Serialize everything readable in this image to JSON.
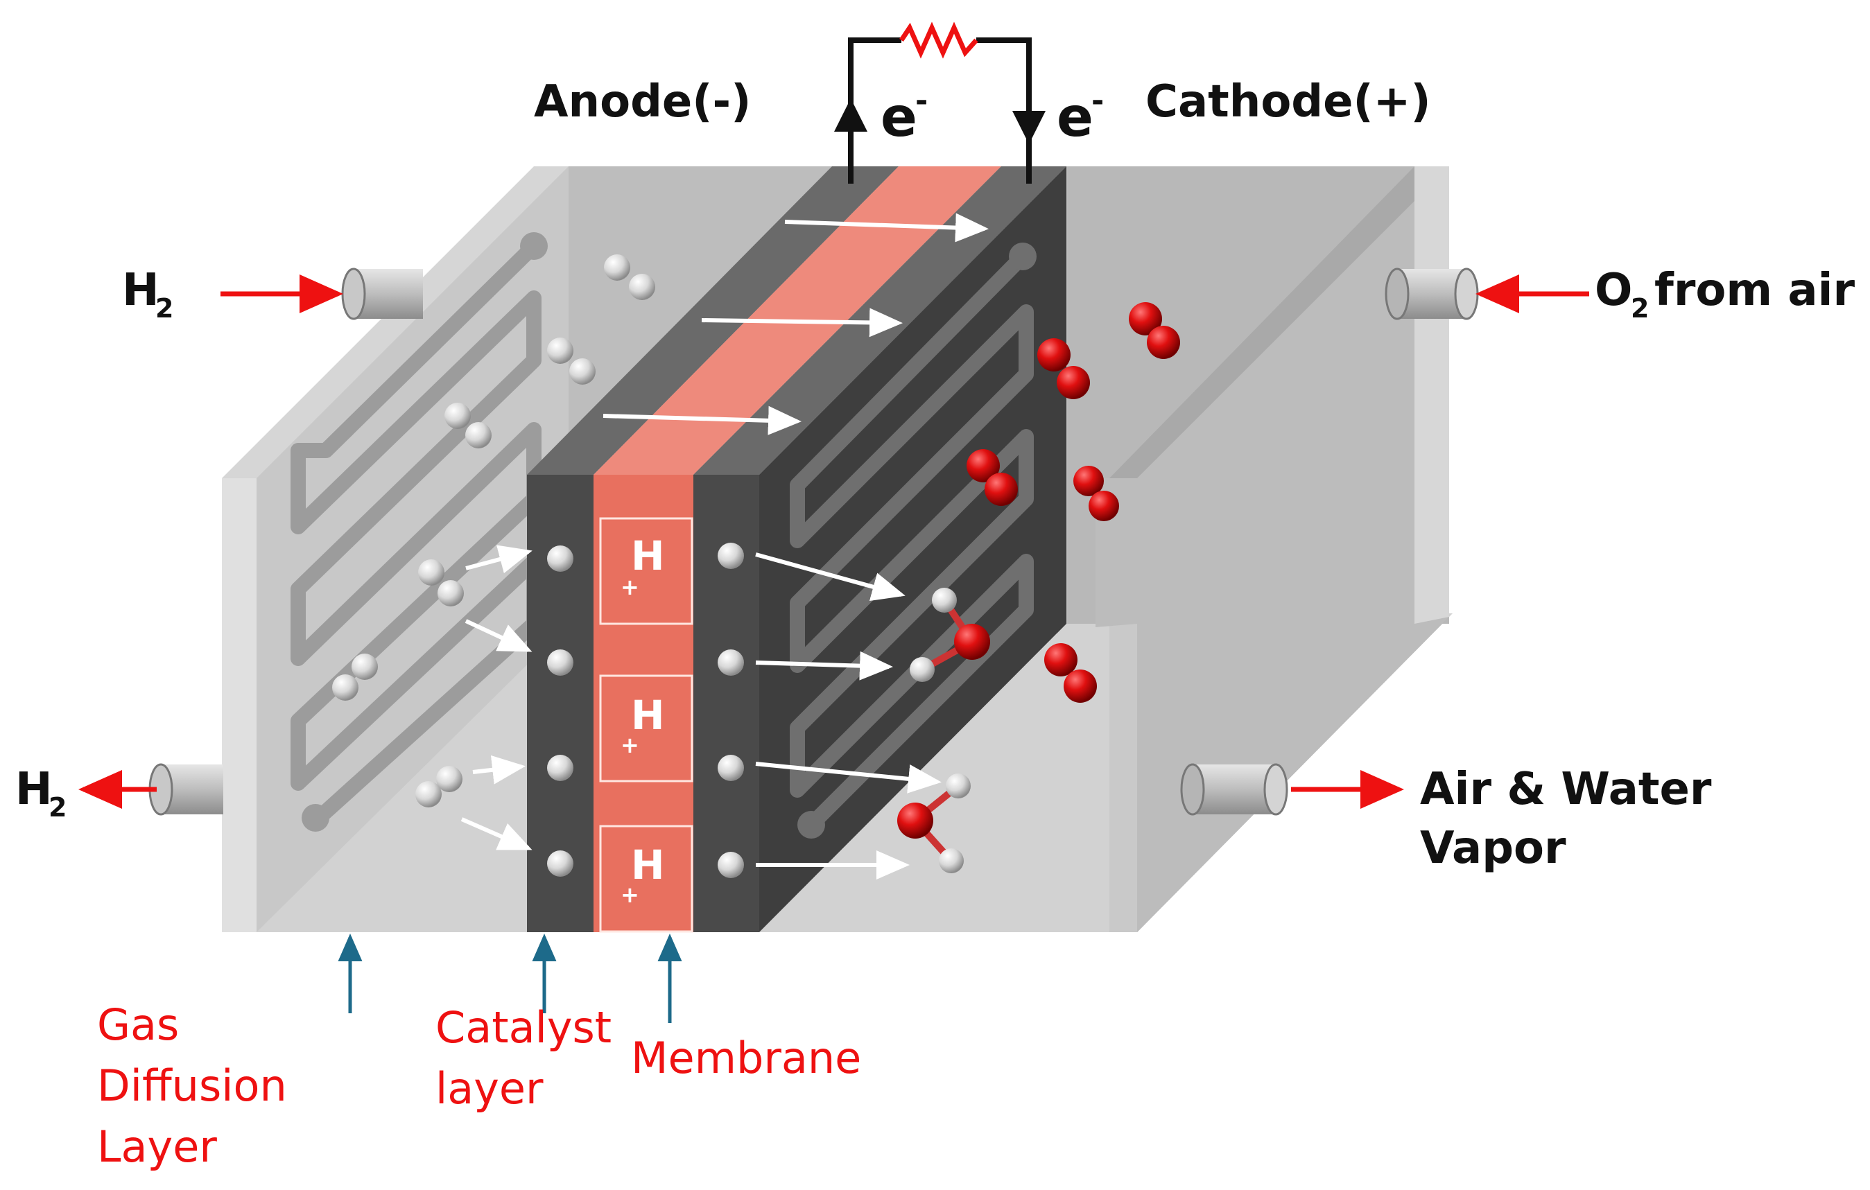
{
  "labels": {
    "anode": "Anode(-)",
    "cathode": "Cathode(+)",
    "electron_left": "e",
    "electron_right": "e",
    "electron_sup": "-",
    "h2_in": "H",
    "h2_out": "H",
    "h2_sub": "2",
    "o2_main": "O",
    "o2_sub": "2",
    "o2_rest": "from air",
    "exhaust_line1": "Air & Water",
    "exhaust_line2": "Vapor"
  },
  "layers": {
    "gdl_line1": "Gas",
    "gdl_line2": "Diffusion",
    "gdl_line3": "Layer",
    "catalyst_line1": "Catalyst",
    "catalyst_line2": "layer",
    "membrane": "Membrane"
  },
  "protons": [
    {
      "symbol": "H",
      "charge": "+"
    },
    {
      "symbol": "H",
      "charge": "+"
    },
    {
      "symbol": "H",
      "charge": "+"
    }
  ],
  "colors": {
    "flow_arrow": "#ee1111",
    "pointer_arrow": "#1d6a8a",
    "membrane": "#e8705f",
    "catalyst": "#4a4a4a",
    "housing": "#c8c8c8",
    "oxygen": "#dd1111",
    "hydrogen": "#f2f2f2"
  }
}
